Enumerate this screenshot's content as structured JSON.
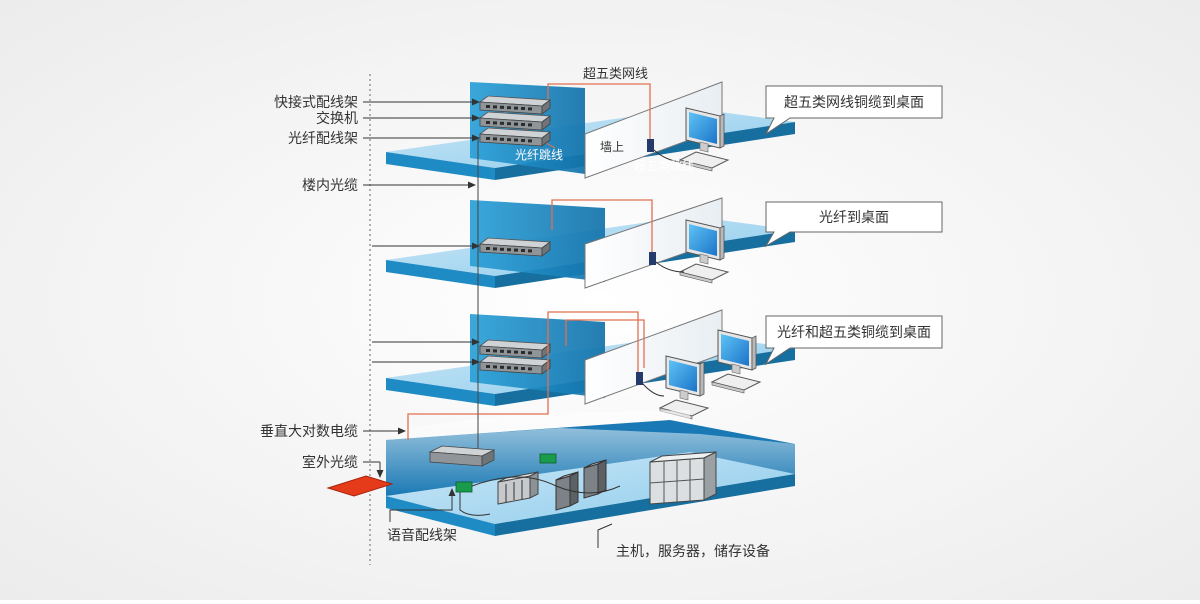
{
  "labels": {
    "patch_panel": "快接式配线架",
    "switch": "交换机",
    "fiber_panel": "光纤配线架",
    "building_fiber": "楼内光缆",
    "vertical_cable": "垂直大对数电缆",
    "outdoor_fiber": "室外光缆",
    "voice_panel": "语音配线架",
    "equipment": "主机，服务器，储存设备"
  },
  "floor1": {
    "cat5e_label": "超五类网线",
    "fiber_jumper": "光纤跳线",
    "wall": "墙上",
    "cat5e_jumper": "超五类跳线",
    "callout": "超五类网线铜缆到桌面"
  },
  "floor2": {
    "callout": "光纤到桌面"
  },
  "floor3": {
    "callout": "光纤和超五类铜缆到桌面"
  },
  "colors": {
    "floor_top": "#a7d5ef",
    "floor_edge": "#1f8bc4",
    "wall_blue": "#1a8cc6",
    "cable_orange": "#e07050",
    "outdoor_red": "#e53b1b",
    "line": "#444444"
  }
}
